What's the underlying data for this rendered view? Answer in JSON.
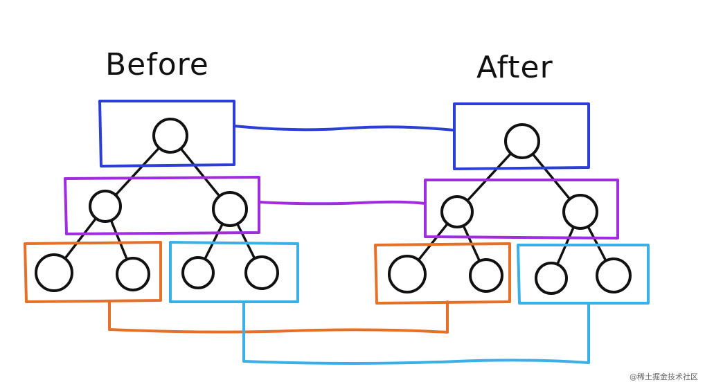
{
  "diagram": {
    "title_before": "Before",
    "title_after": "After",
    "colors": {
      "level1": "#2b3fd6",
      "level2": "#a02ce0",
      "left_subtree": "#e5702a",
      "right_subtree": "#3bb0e6",
      "ink": "#111111"
    }
  },
  "watermark": "@稀土掘金技术社区"
}
